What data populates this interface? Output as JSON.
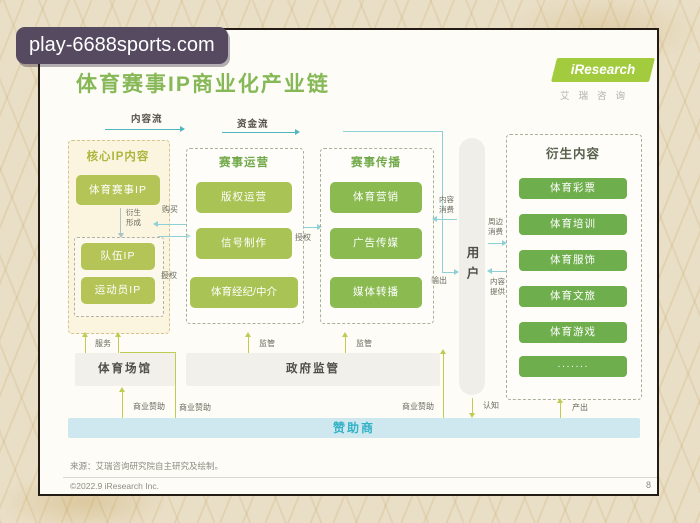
{
  "watermark": {
    "text": "play-6688sports.com"
  },
  "header": {
    "title": "体育赛事IP商业化产业链",
    "logo_en": "iResearch",
    "logo_cn": "艾瑞咨询"
  },
  "flow_labels": {
    "content_flow": "内容流",
    "capital_flow": "资金流"
  },
  "columns": {
    "core": {
      "header": "核心IP内容",
      "main_item": "体育赛事IP",
      "derive_note": "衍生形成",
      "sub_items": [
        "队伍IP",
        "运动员IP"
      ]
    },
    "operation": {
      "header": "赛事运营",
      "items": [
        "版权运营",
        "信号制作",
        "体育经纪/中介"
      ]
    },
    "spread": {
      "header": "赛事传播",
      "items": [
        "体育营销",
        "广告传媒",
        "媒体转播"
      ]
    },
    "derivative": {
      "header": "衍生内容",
      "items": [
        "体育彩票",
        "体育培训",
        "体育服饰",
        "体育文旅",
        "体育游戏",
        "·······"
      ]
    }
  },
  "user_label": "用户",
  "edge_labels": {
    "buy": "购买",
    "license": "授权",
    "content_consume": "内容消费",
    "output": "输出",
    "merch_consume": "周边消费",
    "content_provide": "内容提供",
    "service": "服务",
    "regulate": "监管",
    "sponsorship": "商业赞助",
    "awareness": "认知",
    "yield": "产出"
  },
  "bottom": {
    "venue": "体育场馆",
    "government": "政府监管",
    "sponsor": "赞助商"
  },
  "footer": {
    "source": "来源：艾瑞咨询研究院自主研究及绘制。",
    "copyright": "©2022.9 iResearch Inc.",
    "page": "8"
  },
  "colors": {
    "accent_green": "#7cb14e",
    "button_yellow_green": "#b5c456",
    "button_green": "#6fae4d",
    "teal": "#4fb6c1",
    "sponsor_bar_bg": "#cfe8f0",
    "watermark_bg": "#564a61"
  }
}
